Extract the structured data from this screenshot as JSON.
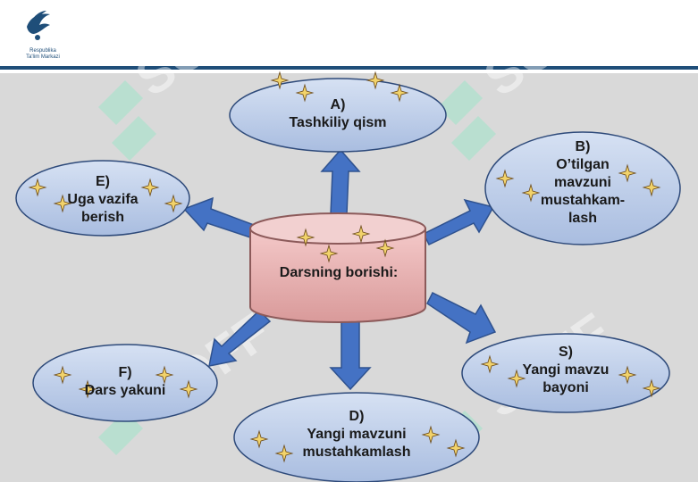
{
  "header": {
    "logo_line1": "Respublika",
    "logo_line2": "Ta'lim Markazi",
    "brand_color": "#1f4e79"
  },
  "center": {
    "label": "Darsning borishi:"
  },
  "nodes": [
    {
      "id": "a",
      "letter": "A)",
      "lines": [
        "Tashkiliy qism"
      ]
    },
    {
      "id": "b",
      "letter": "B)",
      "lines": [
        "O’tilgan",
        "mavzuni",
        "mustahkam-",
        "lash"
      ]
    },
    {
      "id": "s",
      "letter": "S)",
      "lines": [
        "Yangi mavzu",
        "bayoni"
      ]
    },
    {
      "id": "d",
      "letter": "D)",
      "lines": [
        "Yangi mavzuni",
        "mustahkamlash"
      ]
    },
    {
      "id": "f",
      "letter": "F)",
      "lines": [
        "Dars yakuni"
      ]
    },
    {
      "id": "e",
      "letter": "E)",
      "lines": [
        "Uga vazifa",
        "berish"
      ]
    }
  ],
  "watermark": "SOFF",
  "colors": {
    "ellipse_fill": "#b4c7e7",
    "ellipse_stroke": "#2e4a7a",
    "cylinder_fill": "#e8b4b4",
    "arrow_fill": "#4472c4"
  }
}
